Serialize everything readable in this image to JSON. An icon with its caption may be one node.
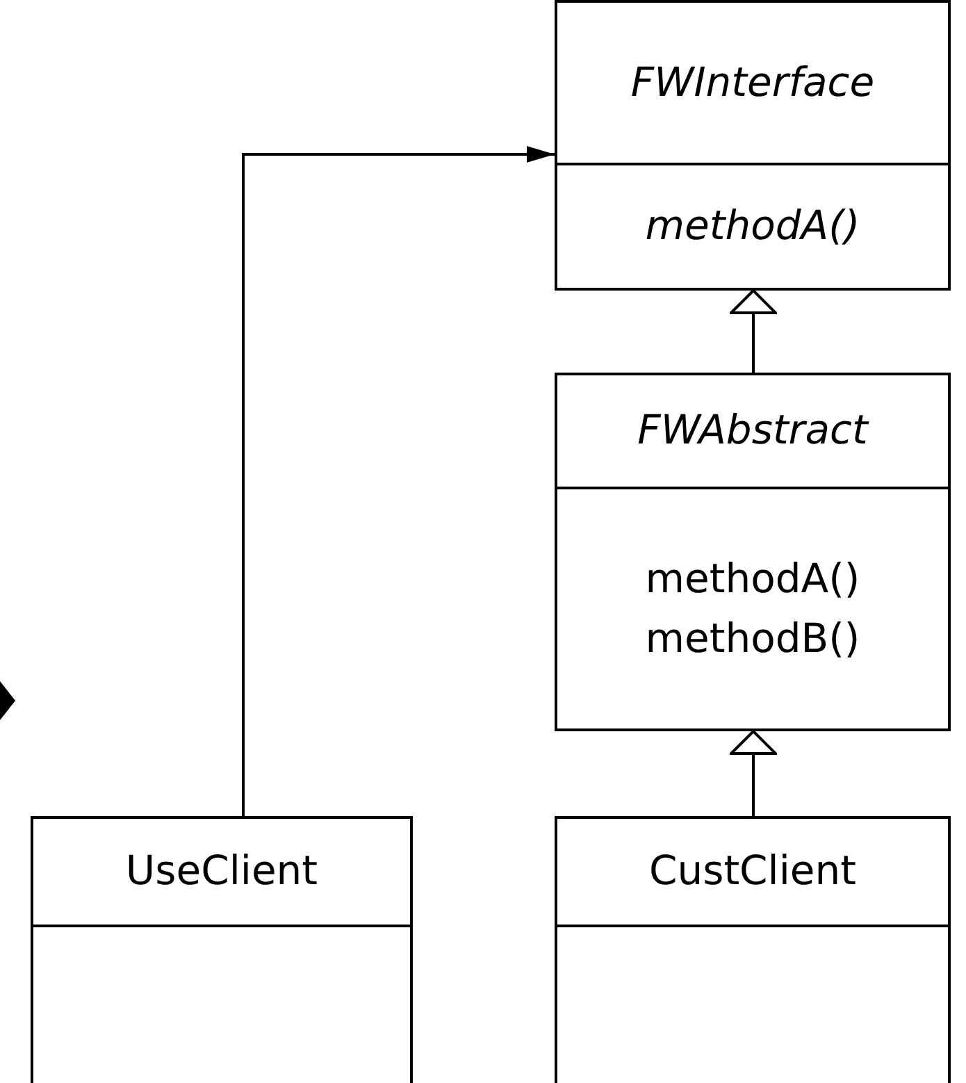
{
  "diagram": {
    "nodes": [
      {
        "text": [
          "FWInterface",
          "methodA()"
        ]
      },
      {
        "text": [
          "FWAbstract",
          "methodA()",
          "methodB()"
        ]
      },
      {
        "text": [
          "UseClient"
        ]
      },
      {
        "text": [
          "CustClient"
        ]
      }
    ],
    "edges": [
      {
        "from": 2,
        "to": 0,
        "arrow": "to"
      },
      {
        "from": 1,
        "to": 0,
        "arrow": "to"
      },
      {
        "from": 3,
        "to": 1,
        "arrow": "to"
      }
    ]
  }
}
